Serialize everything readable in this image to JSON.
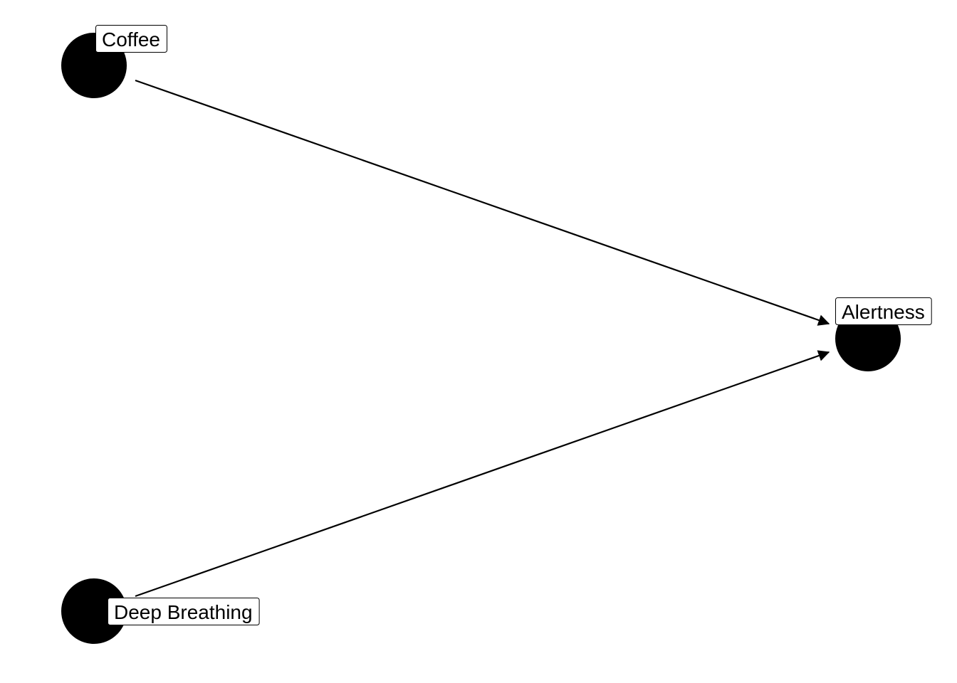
{
  "diagram": {
    "type": "directed-acyclic-graph",
    "colors": {
      "node": "#000000",
      "edge": "#000000",
      "label_background": "#ffffff",
      "label_border": "#000000"
    },
    "nodes": [
      {
        "id": "coffee",
        "label": "Coffee"
      },
      {
        "id": "alertness",
        "label": "Alertness"
      },
      {
        "id": "deep_breathing",
        "label": "Deep Breathing"
      }
    ],
    "edges": [
      {
        "from": "coffee",
        "to": "alertness"
      },
      {
        "from": "deep_breathing",
        "to": "alertness"
      }
    ]
  }
}
